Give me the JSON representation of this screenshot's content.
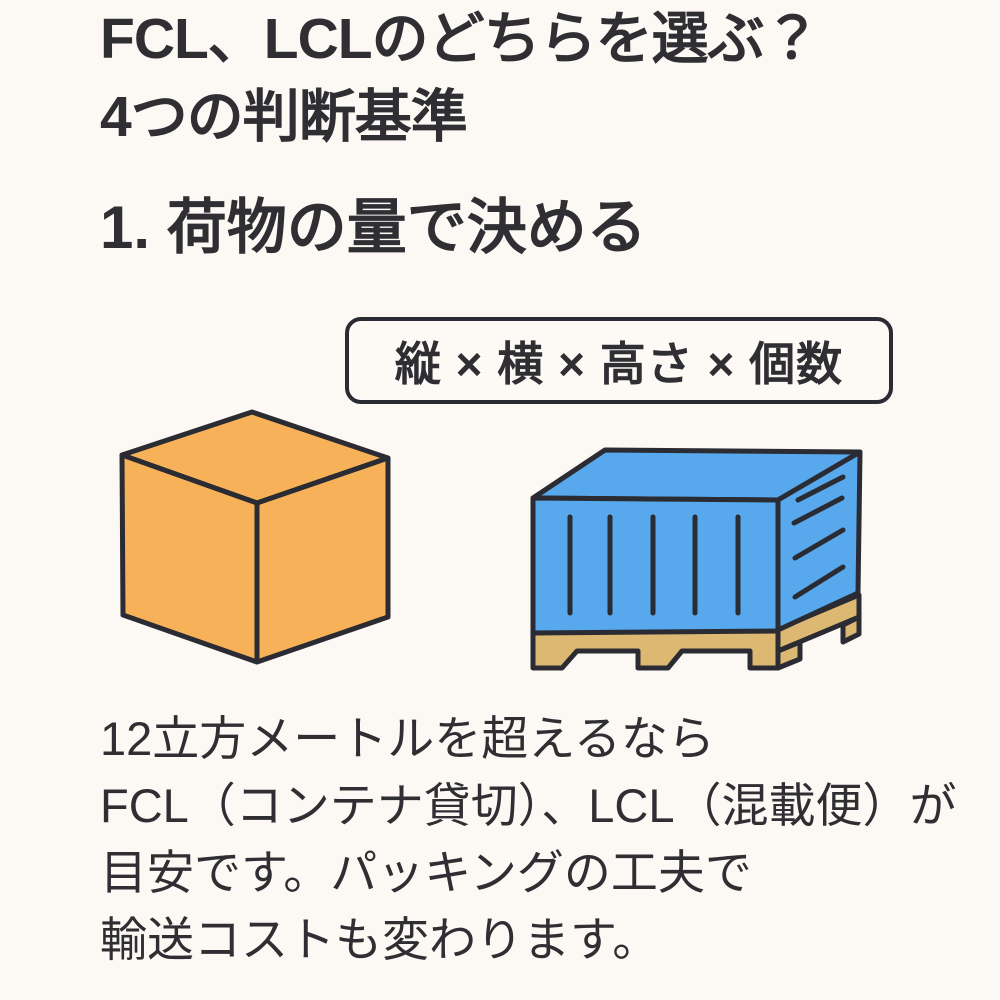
{
  "colors": {
    "background": "#FCF8F4",
    "text": "#2E2E33",
    "outline": "#2B2B33",
    "cube_orange": "#F7B259",
    "container_blue": "#57A8EC",
    "pallet_tan": "#DDB873",
    "formula_box_bg": "#FDFAF6"
  },
  "title": {
    "line1": "FCL、LCLのどちらを選ぶ？",
    "line2": "4つの判断基準"
  },
  "section": {
    "heading": "1. 荷物の量で決める"
  },
  "formula_box": {
    "text": "縦 × 横 × 高さ × 個数"
  },
  "illustrations": {
    "cube_icon": "cargo-cube",
    "container_icon": "container-on-pallet"
  },
  "body": {
    "lines": [
      "12立方メートルを超えるなら",
      "FCL（コンテナ貸切）、LCL（混載便）が",
      "目安です。パッキングの工夫で",
      "輸送コストも変わります。"
    ]
  }
}
